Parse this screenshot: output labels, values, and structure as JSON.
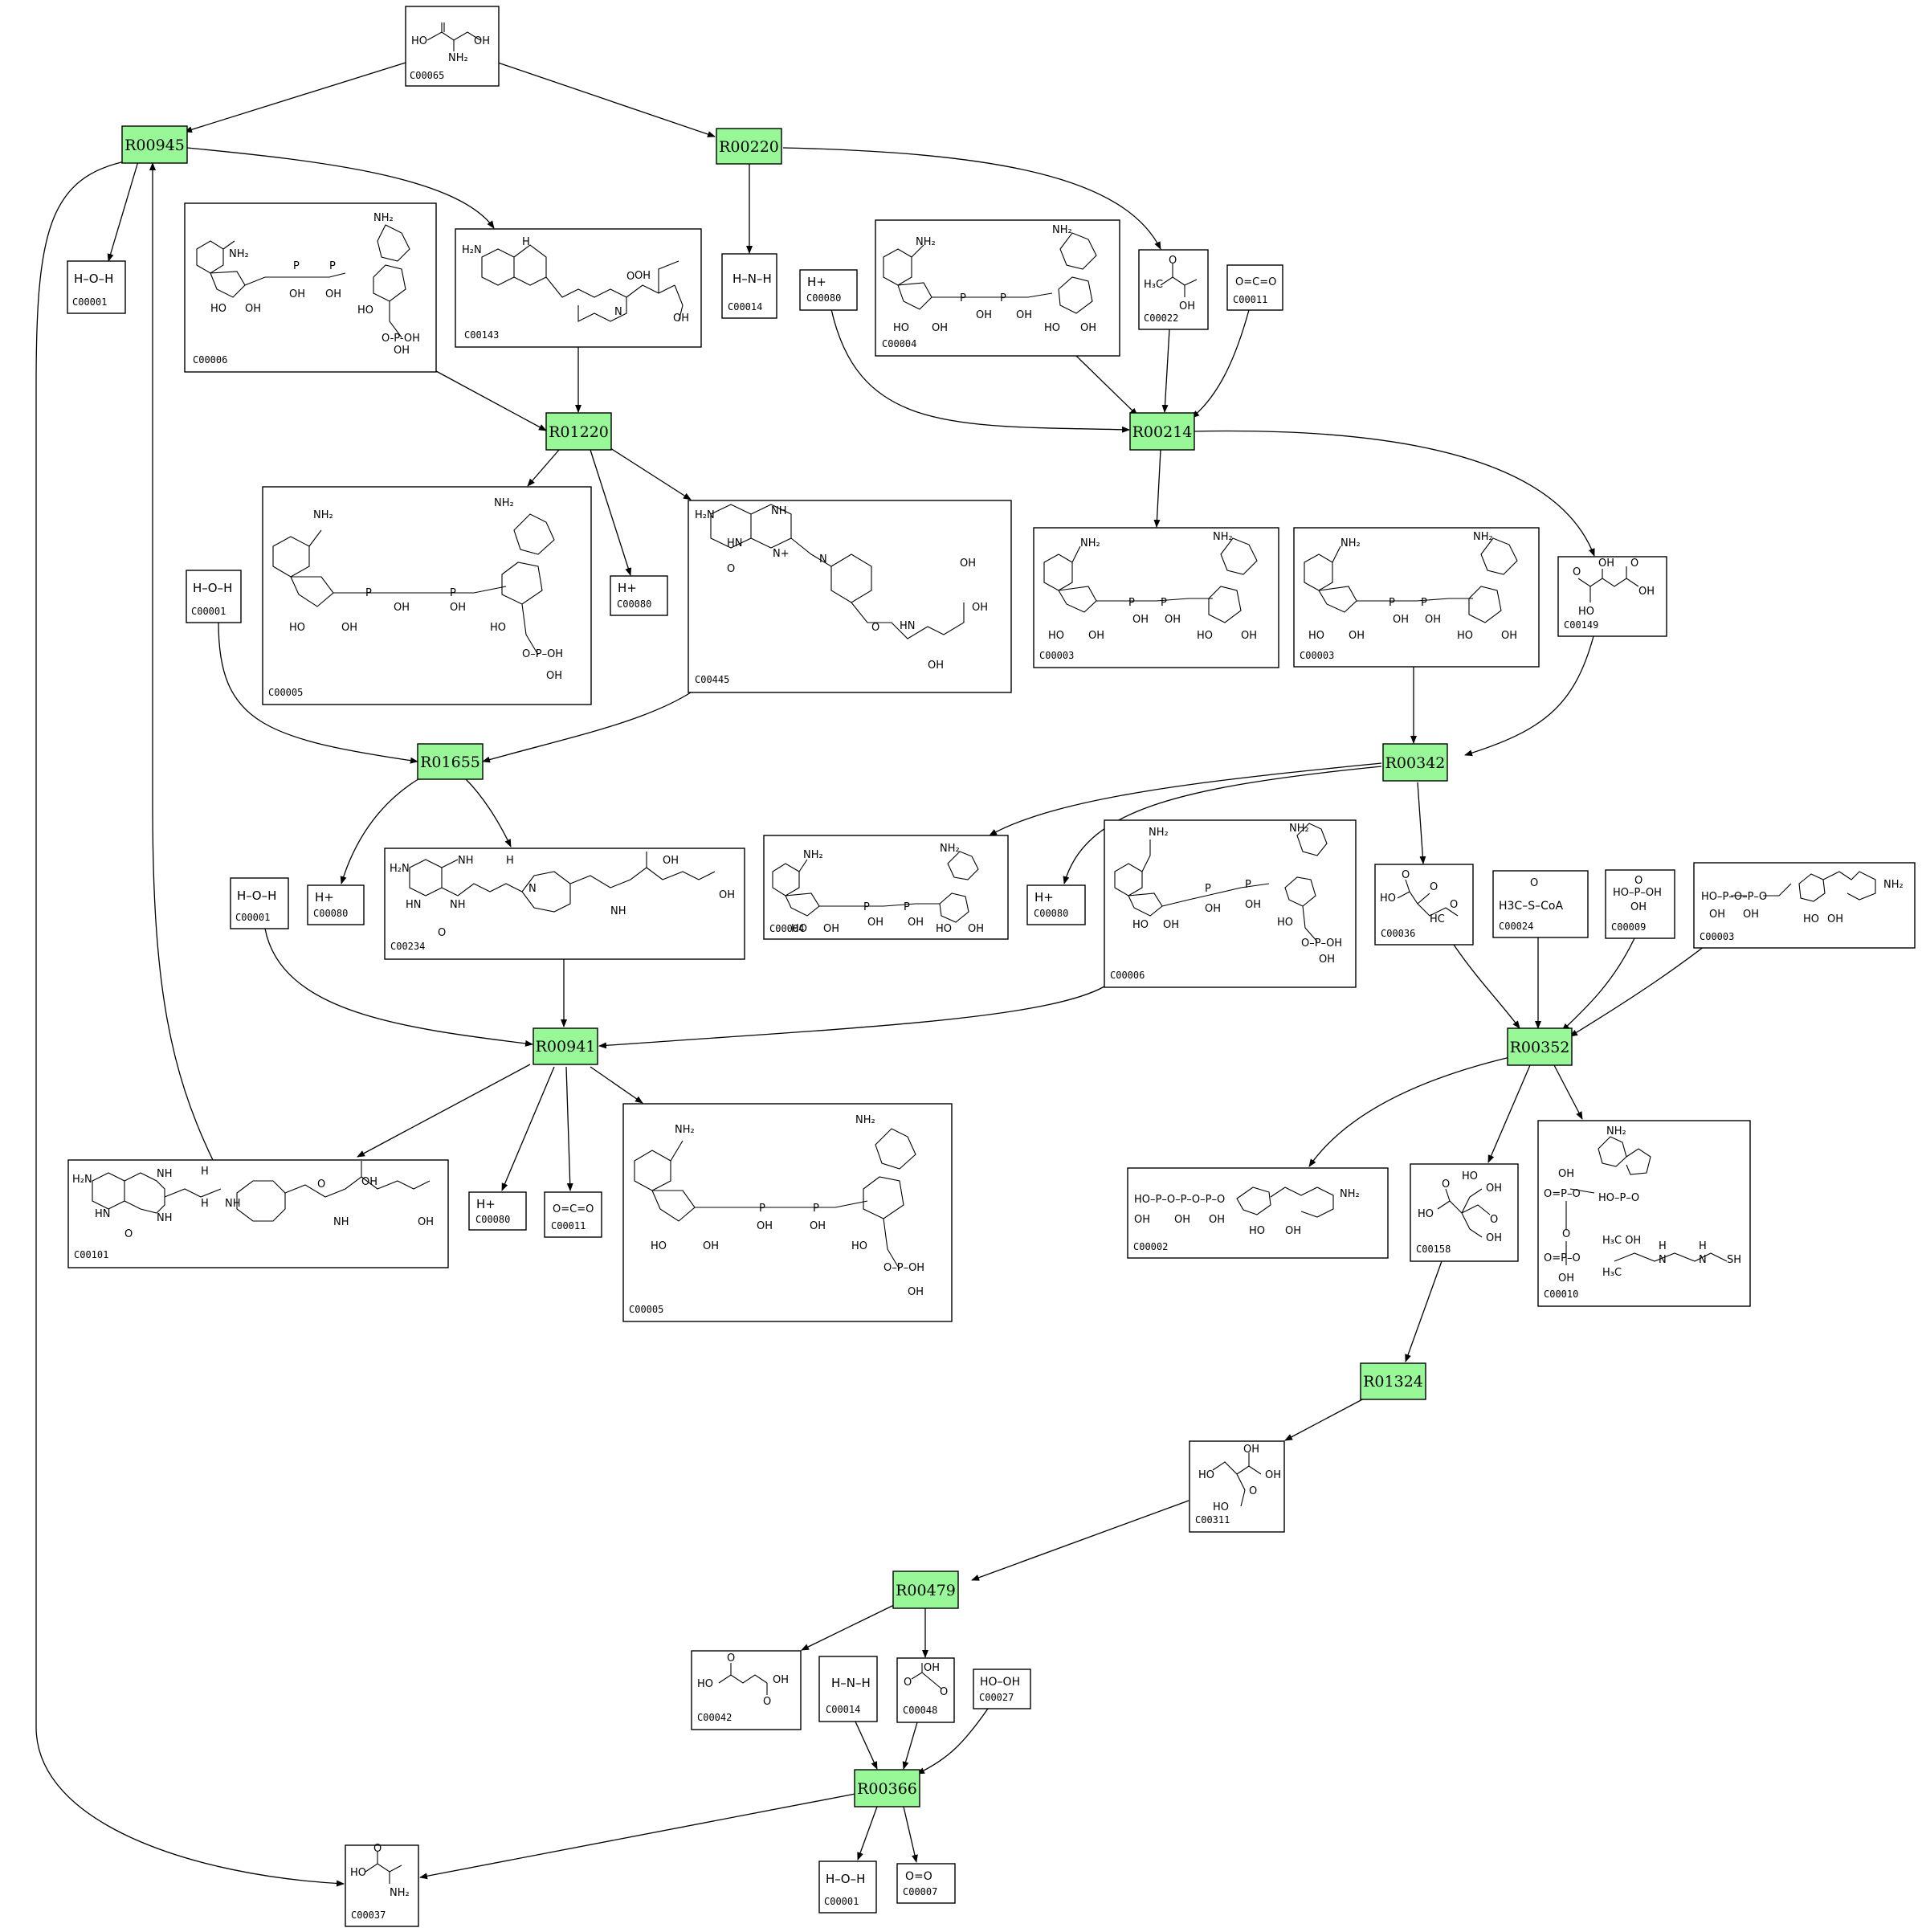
{
  "reactions": [
    {
      "id": "R00945"
    },
    {
      "id": "R00220"
    },
    {
      "id": "R01220"
    },
    {
      "id": "R00214"
    },
    {
      "id": "R01655"
    },
    {
      "id": "R00342"
    },
    {
      "id": "R00941"
    },
    {
      "id": "R00352"
    },
    {
      "id": "R01324"
    },
    {
      "id": "R00479"
    },
    {
      "id": "R00366"
    }
  ],
  "compounds": [
    {
      "id": "C00065",
      "formula": "HO  NH2  OH"
    },
    {
      "id": "C00001",
      "formula": "H–O–H"
    },
    {
      "id": "C00006",
      "formula": ""
    },
    {
      "id": "C00143",
      "formula": ""
    },
    {
      "id": "C00014",
      "formula": "H–N–H"
    },
    {
      "id": "C00080",
      "formula": "H+"
    },
    {
      "id": "C00004",
      "formula": ""
    },
    {
      "id": "C00022",
      "formula": ""
    },
    {
      "id": "C00011",
      "formula": "O=C=O"
    },
    {
      "id": "C00005",
      "formula": ""
    },
    {
      "id": "C00001",
      "formula": "H–O–H"
    },
    {
      "id": "C00080",
      "formula": "H+"
    },
    {
      "id": "C00445",
      "formula": ""
    },
    {
      "id": "C00003",
      "formula": ""
    },
    {
      "id": "C00003",
      "formula": ""
    },
    {
      "id": "C00149",
      "formula": ""
    },
    {
      "id": "C00080",
      "formula": "H+"
    },
    {
      "id": "C00234",
      "formula": ""
    },
    {
      "id": "C00001",
      "formula": "H–O–H"
    },
    {
      "id": "C00004",
      "formula": ""
    },
    {
      "id": "C00080",
      "formula": "H+"
    },
    {
      "id": "C00006",
      "formula": ""
    },
    {
      "id": "C00036",
      "formula": ""
    },
    {
      "id": "C00024",
      "formula": "H3C–S–CoA"
    },
    {
      "id": "C00009",
      "formula": ""
    },
    {
      "id": "C00003",
      "formula": ""
    },
    {
      "id": "C00101",
      "formula": ""
    },
    {
      "id": "C00080",
      "formula": "H+"
    },
    {
      "id": "C00011",
      "formula": "O=C=O"
    },
    {
      "id": "C00005",
      "formula": ""
    },
    {
      "id": "C00002",
      "formula": ""
    },
    {
      "id": "C00158",
      "formula": ""
    },
    {
      "id": "C00010",
      "formula": ""
    },
    {
      "id": "C00311",
      "formula": ""
    },
    {
      "id": "C00042",
      "formula": ""
    },
    {
      "id": "C00014",
      "formula": "H–N–H"
    },
    {
      "id": "C00048",
      "formula": ""
    },
    {
      "id": "C00027",
      "formula": "HO–OH"
    },
    {
      "id": "C00037",
      "formula": ""
    },
    {
      "id": "C00001",
      "formula": "H–O–H"
    },
    {
      "id": "C00007",
      "formula": "O=O"
    }
  ],
  "colors": {
    "reaction_fill": "#98f898",
    "stroke": "#000000",
    "background": "#ffffff"
  }
}
